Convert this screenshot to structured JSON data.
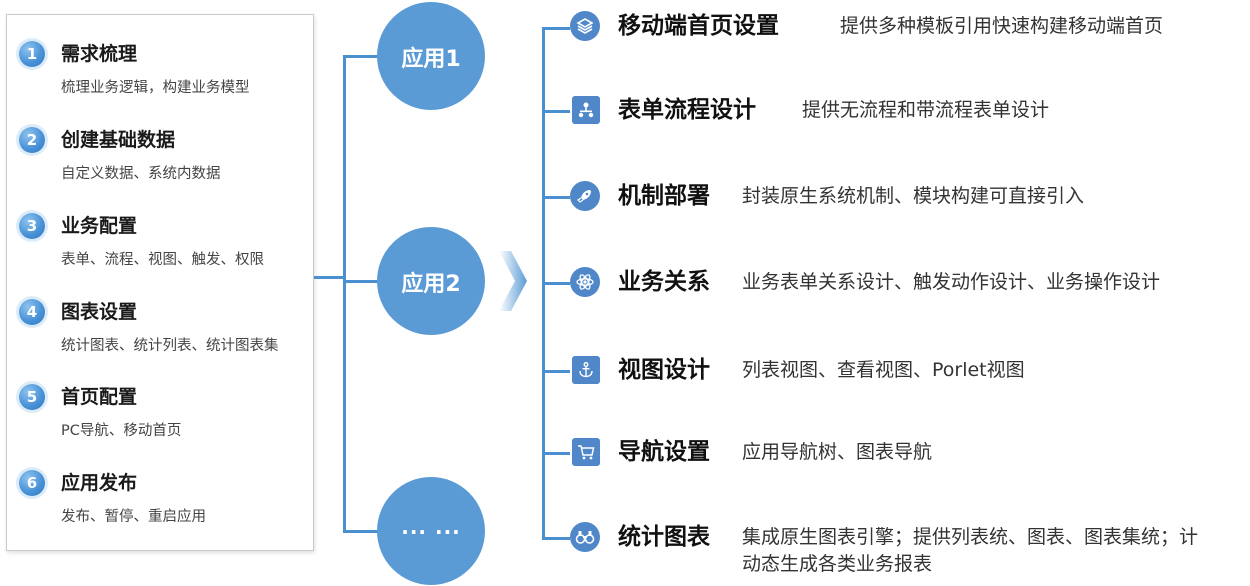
{
  "steps": [
    {
      "num": "1",
      "title": "需求梳理",
      "desc": "梳理业务逻辑，构建业务模型"
    },
    {
      "num": "2",
      "title": "创建基础数据",
      "desc": "自定义数据、系统内数据"
    },
    {
      "num": "3",
      "title": "业务配置",
      "desc": "表单、流程、视图、触发、权限"
    },
    {
      "num": "4",
      "title": "图表设置",
      "desc": "统计图表、统计列表、统计图表集"
    },
    {
      "num": "5",
      "title": "首页配置",
      "desc": "PC导航、移动首页"
    },
    {
      "num": "6",
      "title": "应用发布",
      "desc": "发布、暂停、重启应用"
    }
  ],
  "apps": {
    "app1": "应用1",
    "app2": "应用2",
    "more": "... ..."
  },
  "features": [
    {
      "name": "移动端首页设置",
      "desc": "提供多种模板引用快速构建移动端首页",
      "icon": "layers-icon"
    },
    {
      "name": "表单流程设计",
      "desc": "提供无流程和带流程表单设计",
      "icon": "org-chart-icon"
    },
    {
      "name": "机制部署",
      "desc": "封装原生系统机制、模块构建可直接引入",
      "icon": "rocket-icon"
    },
    {
      "name": "业务关系",
      "desc": "业务表单关系设计、触发动作设计、业务操作设计",
      "icon": "atom-icon"
    },
    {
      "name": "视图设计",
      "desc": "列表视图、查看视图、Porlet视图",
      "icon": "anchor-icon"
    },
    {
      "name": "导航设置",
      "desc": "应用导航树、图表导航",
      "icon": "cart-icon"
    },
    {
      "name": "统计图表",
      "desc": "集成原生图表引擎；提供列表统、图表、图表集统；计动态生成各类业务报表",
      "icon": "binoculars-icon"
    }
  ],
  "colors": {
    "accent": "#5b9bd5",
    "line": "#4a8fd0",
    "icon_bg": "#4f87c9"
  }
}
